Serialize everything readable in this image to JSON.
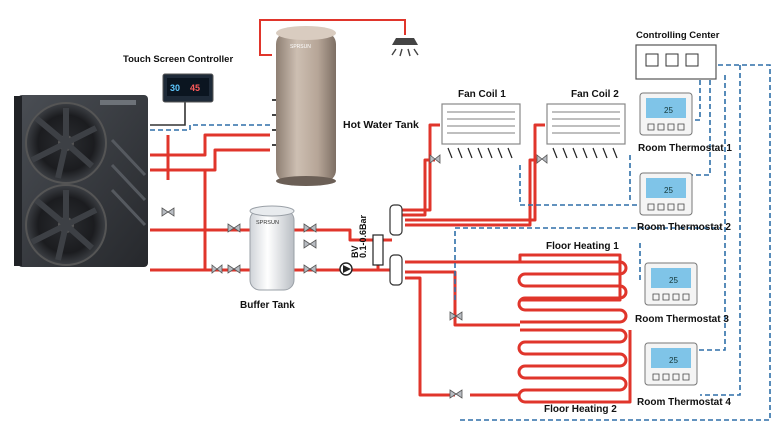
{
  "labels": {
    "touch_screen_controller": "Touch   Screen   Controller",
    "hot_water_tank": "Hot Water Tank",
    "buffer_tank": "Buffer Tank",
    "fan_coil_1": "Fan Coil 1",
    "fan_coil_2": "Fan Coil 2",
    "controlling_center": "Controlling Center",
    "room_thermostat_1": "Room Thermostat 1",
    "room_thermostat_2": "Room Thermostat 2",
    "room_thermostat_3": "Room Thermostat 3",
    "room_thermostat_4": "Room Thermostat 4",
    "floor_heating_1": "Floor Heating 1",
    "floor_heating_2": "Floor Heating 2",
    "bypass_valve": "BV",
    "pressure_range": "0.1-0.6Bar"
  },
  "controller_display": {
    "value_left": "30",
    "value_right": "45"
  },
  "thermostat_display": "25",
  "brand_text": "SPRSUN",
  "colors": {
    "pipe": "#e0352b",
    "signal": "#2f6fa8",
    "unit_body": "#3a3d42",
    "tank": "#b8a89a",
    "thermostat_screen": "#7fc4e8"
  }
}
